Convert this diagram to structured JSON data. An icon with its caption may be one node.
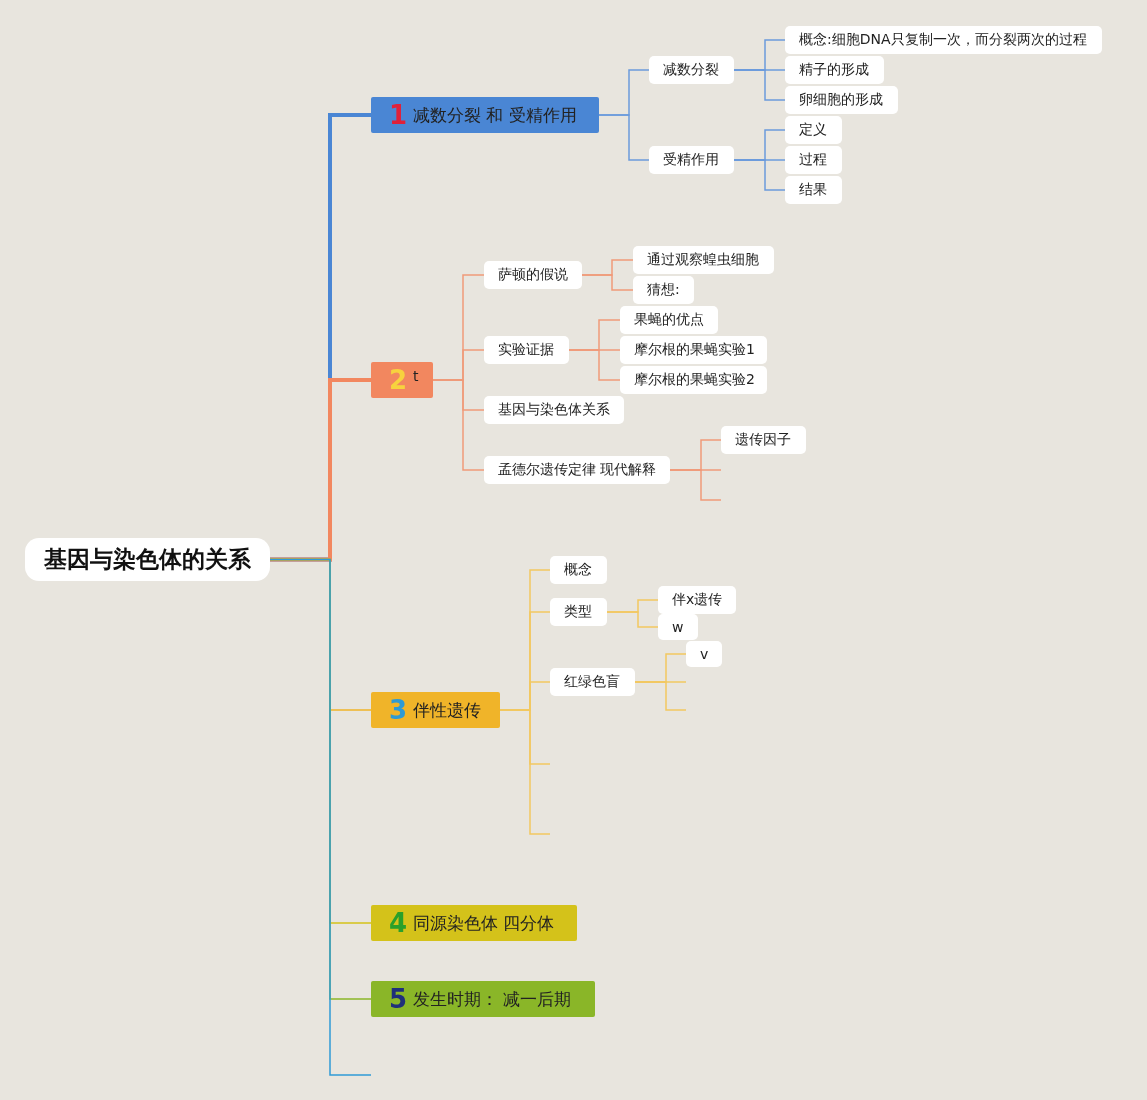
{
  "diagram": {
    "nodes": [
      {
        "text": [
          "基因与染色体的关系"
        ]
      },
      {
        "text": [
          "1",
          "减数分裂 和 受精作用"
        ]
      },
      {
        "text": [
          "减数分裂"
        ]
      },
      {
        "text": [
          "概念:细胞DNA只复制一次，而分裂两次的过程"
        ]
      },
      {
        "text": [
          "精子的形成"
        ]
      },
      {
        "text": [
          "卵细胞的形成"
        ]
      },
      {
        "text": [
          "受精作用"
        ]
      },
      {
        "text": [
          "定义"
        ]
      },
      {
        "text": [
          "过程"
        ]
      },
      {
        "text": [
          "结果"
        ]
      },
      {
        "text": [
          "2",
          "t"
        ]
      },
      {
        "text": [
          "萨顿的假说"
        ]
      },
      {
        "text": [
          "通过观察蝗虫细胞"
        ]
      },
      {
        "text": [
          "猜想:"
        ]
      },
      {
        "text": [
          "实验证据"
        ]
      },
      {
        "text": [
          "果蝇的优点"
        ]
      },
      {
        "text": [
          "摩尔根的果蝇实验1"
        ]
      },
      {
        "text": [
          "摩尔根的果蝇实验2"
        ]
      },
      {
        "text": [
          "基因与染色体关系"
        ]
      },
      {
        "text": [
          "孟德尔遗传定律 现代解释"
        ]
      },
      {
        "text": [
          "遗传因子"
        ]
      },
      {
        "text": [
          "3",
          "伴性遗传"
        ]
      },
      {
        "text": [
          "概念"
        ]
      },
      {
        "text": [
          "类型"
        ]
      },
      {
        "text": [
          "伴x遗传"
        ]
      },
      {
        "text": [
          "w"
        ]
      },
      {
        "text": [
          "红绿色盲"
        ]
      },
      {
        "text": [
          "v"
        ]
      },
      {
        "text": [
          "4",
          "同源染色体 四分体"
        ]
      },
      {
        "text": [
          "5",
          "发生时期： 减一后期"
        ]
      }
    ],
    "edges": [
      {
        "from": 0,
        "to": 1,
        "arrow": "none",
        "style": "thick",
        "color": "#4a86d4"
      },
      {
        "from": 0,
        "to": 10,
        "arrow": "none",
        "style": "thick",
        "color": "#f2875f"
      },
      {
        "from": 0,
        "to": 21,
        "arrow": "none",
        "color": "#f0b429"
      },
      {
        "from": 0,
        "to": 28,
        "arrow": "none",
        "color": "#d4c21a"
      },
      {
        "from": 0,
        "to": 29,
        "arrow": "none",
        "color": "#8ab628"
      },
      {
        "from": 0,
        "to": null,
        "arrow": "none",
        "color": "#2f9bd6"
      },
      {
        "from": 1,
        "to": 2,
        "arrow": "none",
        "color": "#6b9bdc"
      },
      {
        "from": 1,
        "to": 6,
        "arrow": "none",
        "color": "#6b9bdc"
      },
      {
        "from": 2,
        "to": 3,
        "arrow": "none",
        "color": "#6b9bdc"
      },
      {
        "from": 2,
        "to": 4,
        "arrow": "none",
        "color": "#6b9bdc"
      },
      {
        "from": 2,
        "to": 5,
        "arrow": "none",
        "color": "#6b9bdc"
      },
      {
        "from": 6,
        "to": 7,
        "arrow": "none",
        "color": "#6b9bdc"
      },
      {
        "from": 6,
        "to": 8,
        "arrow": "none",
        "color": "#6b9bdc"
      },
      {
        "from": 6,
        "to": 9,
        "arrow": "none",
        "color": "#6b9bdc"
      },
      {
        "from": 10,
        "to": 11,
        "arrow": "none",
        "color": "#f09a7a"
      },
      {
        "from": 10,
        "to": 14,
        "arrow": "none",
        "color": "#f09a7a"
      },
      {
        "from": 10,
        "to": 18,
        "arrow": "none",
        "color": "#f09a7a"
      },
      {
        "from": 10,
        "to": 19,
        "arrow": "none",
        "color": "#f09a7a"
      },
      {
        "from": 11,
        "to": 12,
        "arrow": "none",
        "color": "#f09a7a"
      },
      {
        "from": 11,
        "to": 13,
        "arrow": "none",
        "color": "#f09a7a"
      },
      {
        "from": 14,
        "to": 15,
        "arrow": "none",
        "color": "#f09a7a"
      },
      {
        "from": 14,
        "to": 16,
        "arrow": "none",
        "color": "#f09a7a"
      },
      {
        "from": 14,
        "to": 17,
        "arrow": "none",
        "color": "#f09a7a"
      },
      {
        "from": 19,
        "to": 20,
        "arrow": "none",
        "color": "#f09a7a"
      },
      {
        "from": 19,
        "to": null,
        "arrow": "none",
        "color": "#f09a7a"
      },
      {
        "from": 19,
        "to": null,
        "arrow": "none",
        "color": "#f09a7a"
      },
      {
        "from": 21,
        "to": 22,
        "arrow": "none",
        "color": "#f2c860"
      },
      {
        "from": 21,
        "to": 23,
        "arrow": "none",
        "color": "#f2c860"
      },
      {
        "from": 21,
        "to": 26,
        "arrow": "none",
        "color": "#f2c860"
      },
      {
        "from": 21,
        "to": null,
        "arrow": "none",
        "color": "#f2c860"
      },
      {
        "from": 21,
        "to": null,
        "arrow": "none",
        "color": "#f2c860"
      },
      {
        "from": 23,
        "to": 24,
        "arrow": "none",
        "color": "#f2c860"
      },
      {
        "from": 23,
        "to": 25,
        "arrow": "none",
        "color": "#f2c860"
      },
      {
        "from": 26,
        "to": 27,
        "arrow": "none",
        "color": "#f2c860"
      },
      {
        "from": 26,
        "to": null,
        "arrow": "none",
        "color": "#f2c860"
      },
      {
        "from": 26,
        "to": null,
        "arrow": "none",
        "color": "#f2c860"
      }
    ]
  }
}
